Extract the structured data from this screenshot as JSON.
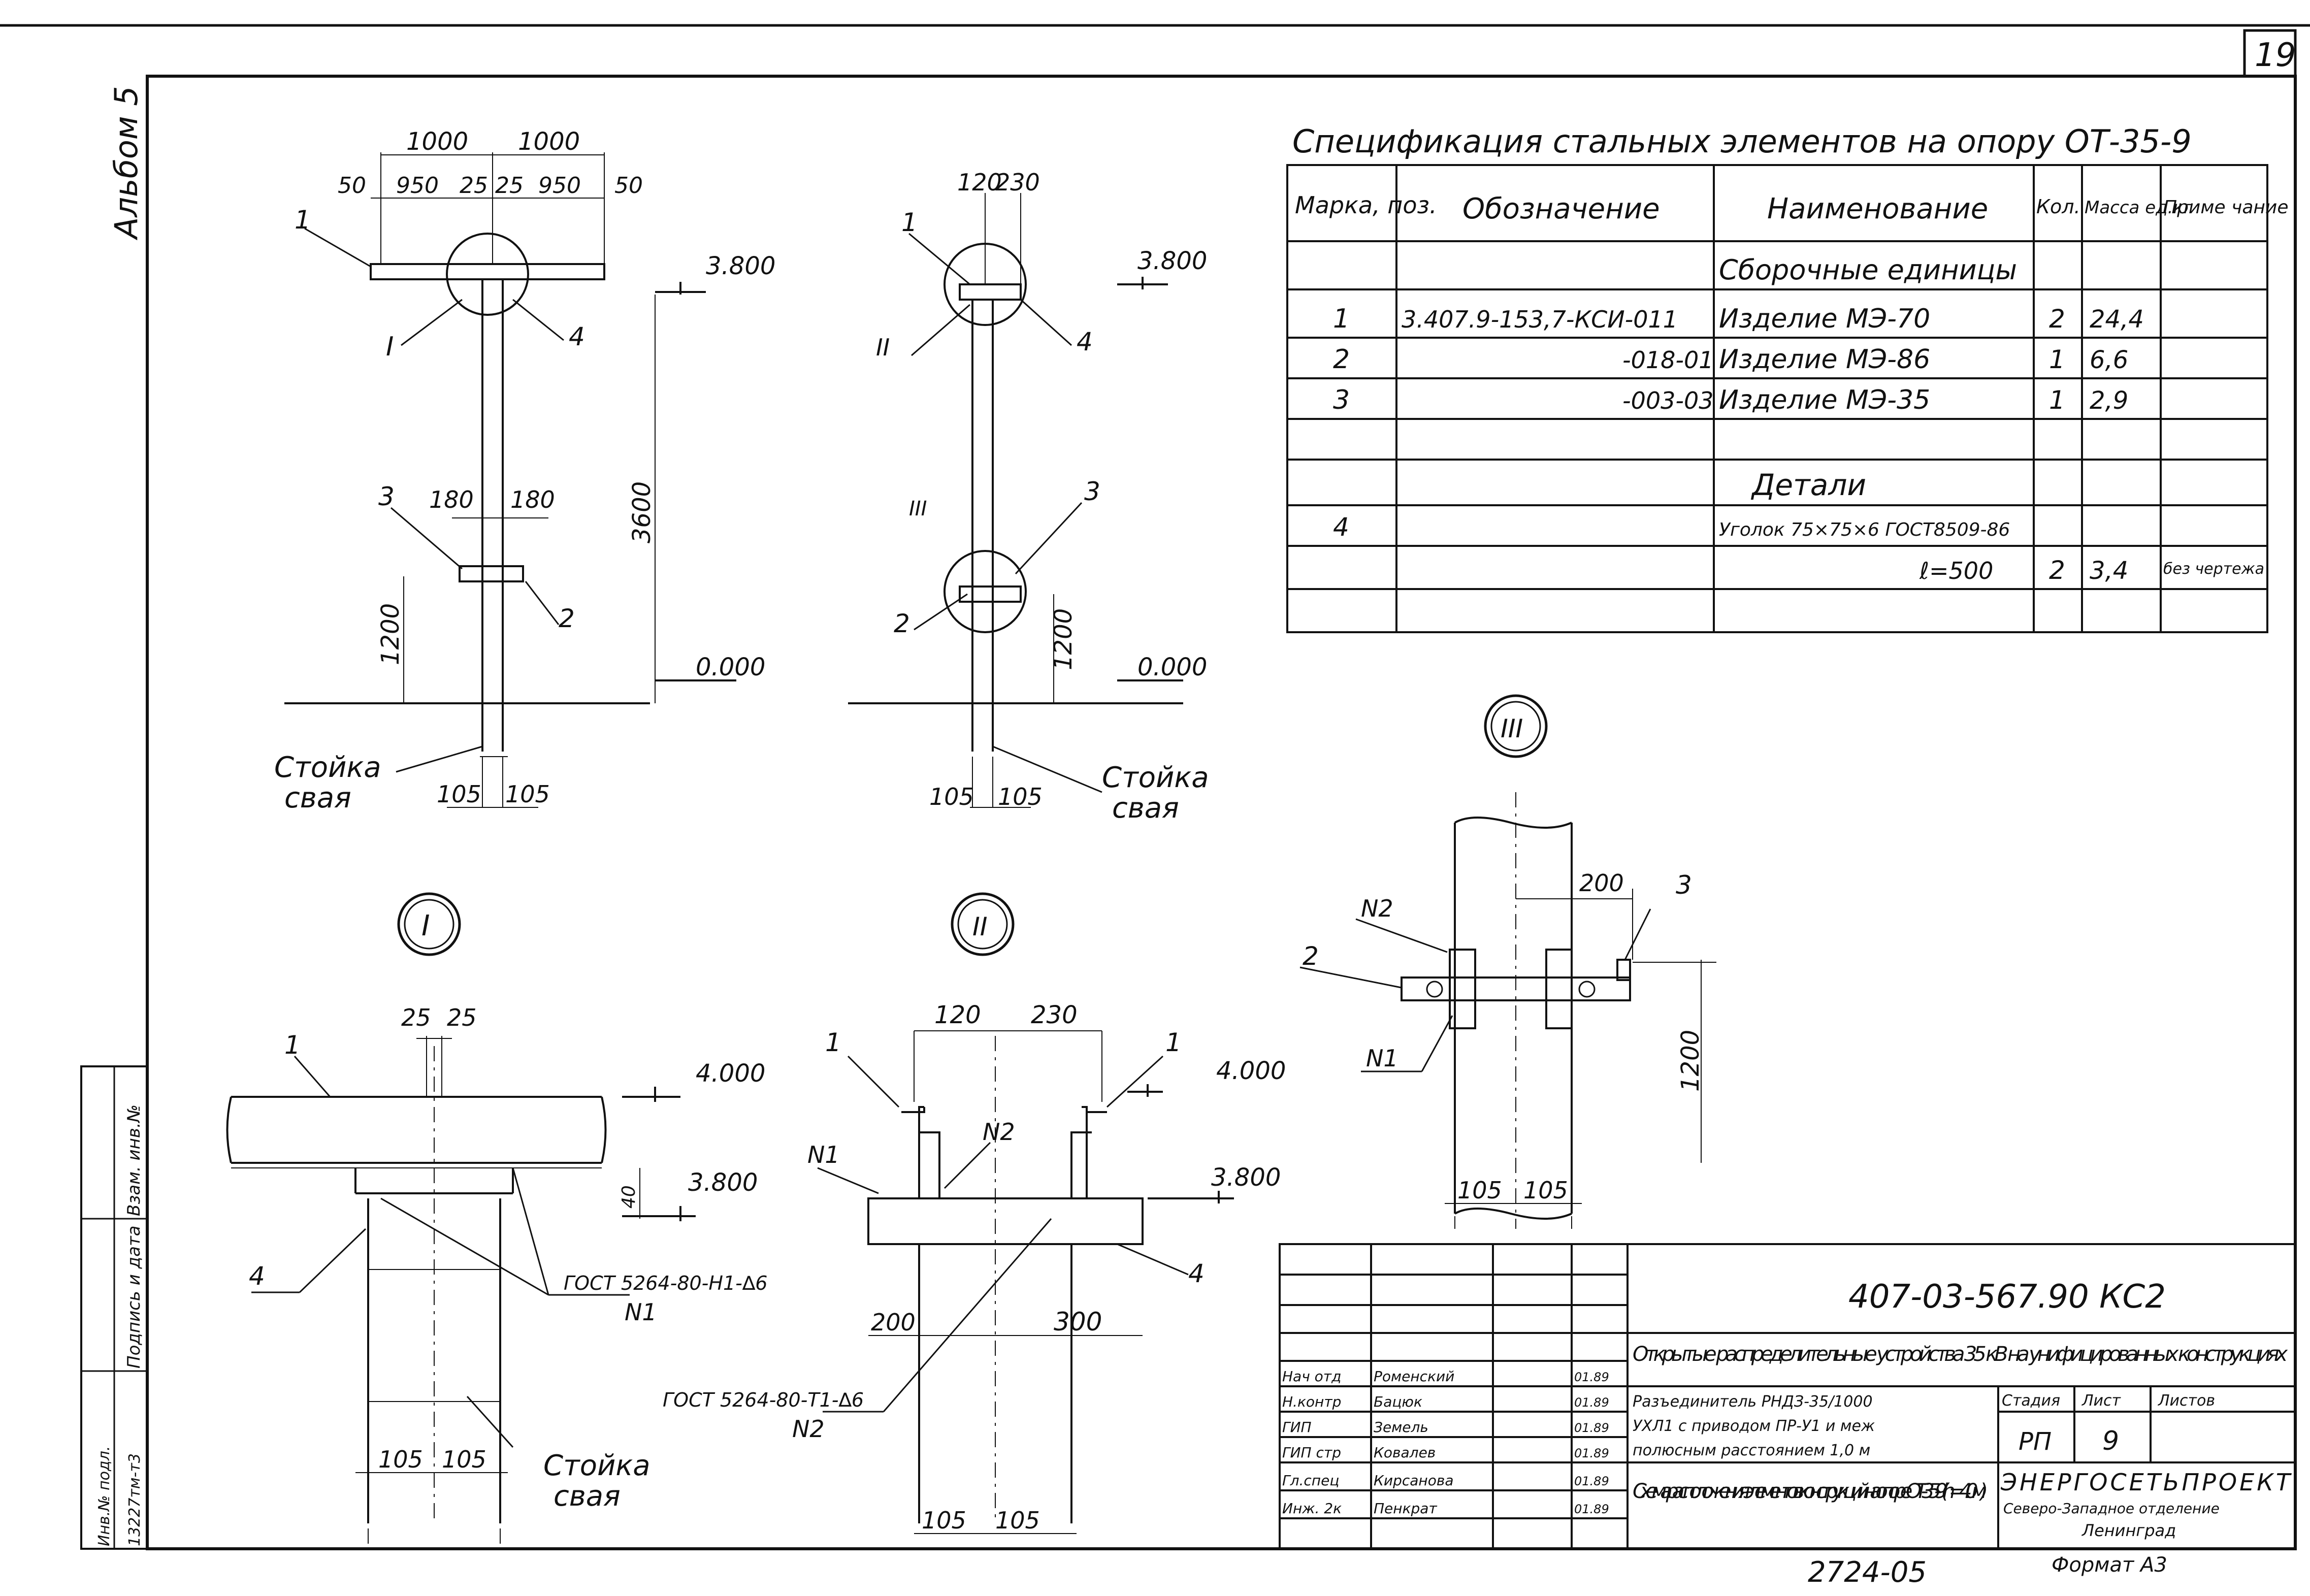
{
  "sheet_number": "19",
  "album": "Альбом 5",
  "spec_title": "Спецификация стальных элементов на опору ОТ-35-9",
  "spec_headers": {
    "mark": "Марка, поз.",
    "designation": "Обозначение",
    "name": "Наименование",
    "qty": "Кол.",
    "mass": "Масса ед.кг",
    "note": "Приме чание"
  },
  "spec_rows": [
    {
      "mark": "",
      "designation": "",
      "name": "Сборочные единицы",
      "qty": "",
      "mass": "",
      "note": ""
    },
    {
      "mark": "1",
      "designation": "3.407.9-153,7-КСИ-011",
      "name": "Изделие МЭ-70",
      "qty": "2",
      "mass": "24,4",
      "note": ""
    },
    {
      "mark": "2",
      "designation": "-018-01",
      "name": "Изделие МЭ-86",
      "qty": "1",
      "mass": "6,6",
      "note": ""
    },
    {
      "mark": "3",
      "designation": "-003-03",
      "name": "Изделие МЭ-35",
      "qty": "1",
      "mass": "2,9",
      "note": ""
    },
    {
      "mark": "",
      "designation": "",
      "name": "",
      "qty": "",
      "mass": "",
      "note": ""
    },
    {
      "mark": "",
      "designation": "",
      "name": "Детали",
      "qty": "",
      "mass": "",
      "note": ""
    },
    {
      "mark": "4",
      "designation": "",
      "name": "Уголок 75×75×6 ГОСТ8509-86",
      "qty": "",
      "mass": "",
      "note": ""
    },
    {
      "mark": "",
      "designation": "",
      "name": "ℓ=500",
      "qty": "2",
      "mass": "3,4",
      "note": "без чертежа"
    },
    {
      "mark": "",
      "designation": "",
      "name": "",
      "qty": "",
      "mass": "",
      "note": ""
    }
  ],
  "view1": {
    "dims_top": [
      "1000",
      "1000"
    ],
    "dims_sub": [
      "50",
      "950",
      "25",
      "25",
      "950",
      "50"
    ],
    "level_top": "3.800",
    "level_ground": "0.000",
    "height": "3600",
    "h1200": "1200",
    "d180a": "180",
    "d180b": "180",
    "d105a": "105",
    "d105b": "105",
    "labels": [
      "1",
      "I",
      "4",
      "3",
      "2"
    ],
    "pile": [
      "Стойка",
      "свая"
    ]
  },
  "view2": {
    "dims_top": [
      "120",
      "230"
    ],
    "level_top": "3.800",
    "level_ground": "0.000",
    "h1200": "1200",
    "d105a": "105",
    "d105b": "105",
    "labels": [
      "1",
      "II",
      "4",
      "III",
      "3",
      "2"
    ],
    "pile": [
      "Стойка",
      "свая"
    ]
  },
  "detail1": {
    "marker": "I",
    "d25a": "25",
    "d25b": "25",
    "level_top": "4.000",
    "level_mid": "3.800",
    "d40": "40",
    "labels": [
      "1",
      "4"
    ],
    "weld": "ГОСТ 5264-80-Н1-∆6",
    "weld_n": "N1",
    "d105a": "105",
    "d105b": "105",
    "pile": [
      "Стойка",
      "свая"
    ]
  },
  "detail2": {
    "marker": "II",
    "d120": "120",
    "d230": "230",
    "level_top": "4.000",
    "level_mid": "3.800",
    "labels": [
      "1",
      "1",
      "4"
    ],
    "n1": "N1",
    "n2": "N2",
    "d200": "200",
    "d300": "300",
    "weld": "ГОСТ 5264-80-Т1-∆6",
    "weld_n": "N2",
    "d105a": "105",
    "d105b": "105"
  },
  "detail3": {
    "marker": "III",
    "d200": "200",
    "lbl3": "3",
    "lbl2": "2",
    "n1": "N1",
    "n2": "N2",
    "h1200": "1200",
    "d105a": "105",
    "d105b": "105"
  },
  "title_block": {
    "code": "407-03-567.90 КС2",
    "project": "Открытые распределительные устройства 35 кВ на унифицированных конструкциях",
    "item_line1": "Разъединитель РНДЗ-35/1000",
    "item_line2": "УХЛ1 с приводом ПР-У1 и меж",
    "item_line3": "полюсным расстоянием 1,0 м",
    "sheet_name": "Схема расположения элементов конструкций на опоре ОТ-35-9 (h=4.0 м)",
    "stage_hdr": "Стадия",
    "sheet_hdr": "Лист",
    "sheets_hdr": "Листов",
    "stage": "РП",
    "sheet": "9",
    "sheets": "",
    "org1": "ЭНЕРГОСЕТЬПРОЕКТ",
    "org2": "Северо-Западное отделение",
    "org3": "Ленинград",
    "people": [
      {
        "role": "Нач отд",
        "name": "Роменский",
        "date": "01.89"
      },
      {
        "role": "Н.контр",
        "name": "Бацюк",
        "date": "01.89"
      },
      {
        "role": "ГИП",
        "name": "Земель",
        "date": "01.89"
      },
      {
        "role": "ГИП стр",
        "name": "Ковалев",
        "date": "01.89"
      },
      {
        "role": "Гл.спец",
        "name": "Кирсанова",
        "date": "01.89"
      },
      {
        "role": "Инж. 2к",
        "name": "Пенкрат",
        "date": "01.89"
      }
    ]
  },
  "side_stamp": {
    "inv": "Инв.№ подл.",
    "sign": "Подпись и дата",
    "replace": "Взам. инв.№",
    "inv_val": "13227тм-т3"
  },
  "bottom_code": "2724-05",
  "format": "Формат А3"
}
